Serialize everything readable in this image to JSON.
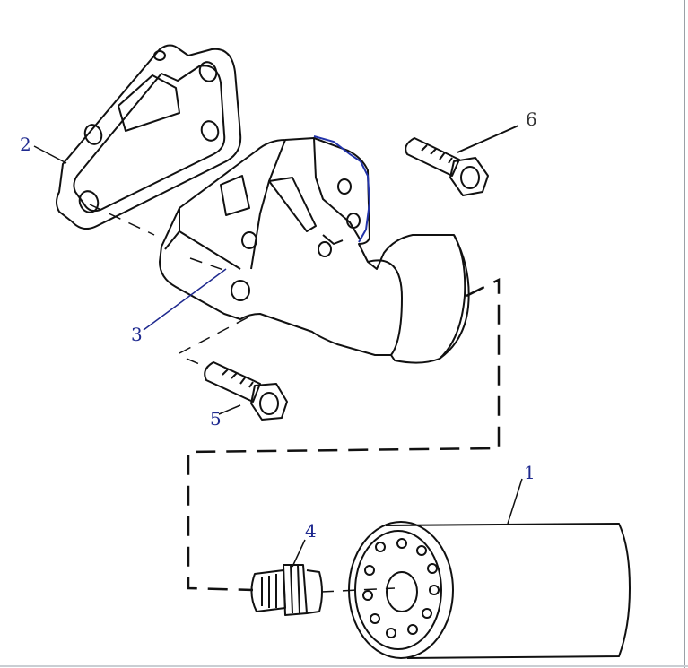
{
  "callouts": [
    {
      "id": "1",
      "label": "1",
      "color": "#1f2a8f"
    },
    {
      "id": "2",
      "label": "2",
      "color": "#1f2a8f"
    },
    {
      "id": "3",
      "label": "3",
      "color": "#1f2a8f"
    },
    {
      "id": "4",
      "label": "4",
      "color": "#1f2a8f"
    },
    {
      "id": "5",
      "label": "5",
      "color": "#1f2a8f"
    },
    {
      "id": "6",
      "label": "6",
      "color": "#333333"
    }
  ],
  "colors": {
    "line": "#111111",
    "leader_blue": "#1f2a8f",
    "outline_blue": "#2233aa",
    "background": "#ffffff",
    "frame_edge": "#9aa0a6"
  }
}
